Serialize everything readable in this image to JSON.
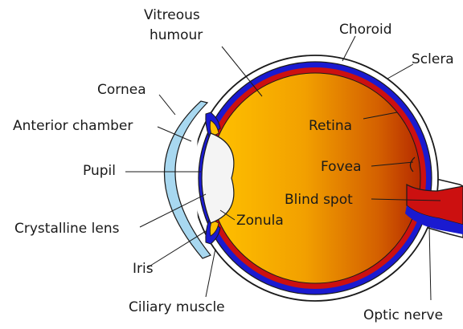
{
  "labels": {
    "vitreous_line1": "Vitreous",
    "vitreous_line2": "humour",
    "choroid": "Choroid",
    "sclera": "Sclera",
    "cornea": "Cornea",
    "anterior_chamber": "Anterior chamber",
    "retina": "Retina",
    "pupil": "Pupil",
    "fovea": "Fovea",
    "blind_spot": "Blind spot",
    "zonula": "Zonula",
    "crystalline_lens": "Crystalline lens",
    "iris": "Iris",
    "ciliary_muscle": "Ciliary muscle",
    "optic_nerve": "Optic nerve"
  },
  "colors": {
    "sclera": "#ffffff",
    "choroid": "#1a1ad0",
    "retina": "#cc1010",
    "vitreous_light": "#ffc000",
    "vitreous_dark": "#b82a00",
    "cornea": "#a8d8f0",
    "lens": "#f4f4f4",
    "iris": "#1a1ad0",
    "ciliary": "#ffc000",
    "outline": "#1a1a1a"
  }
}
